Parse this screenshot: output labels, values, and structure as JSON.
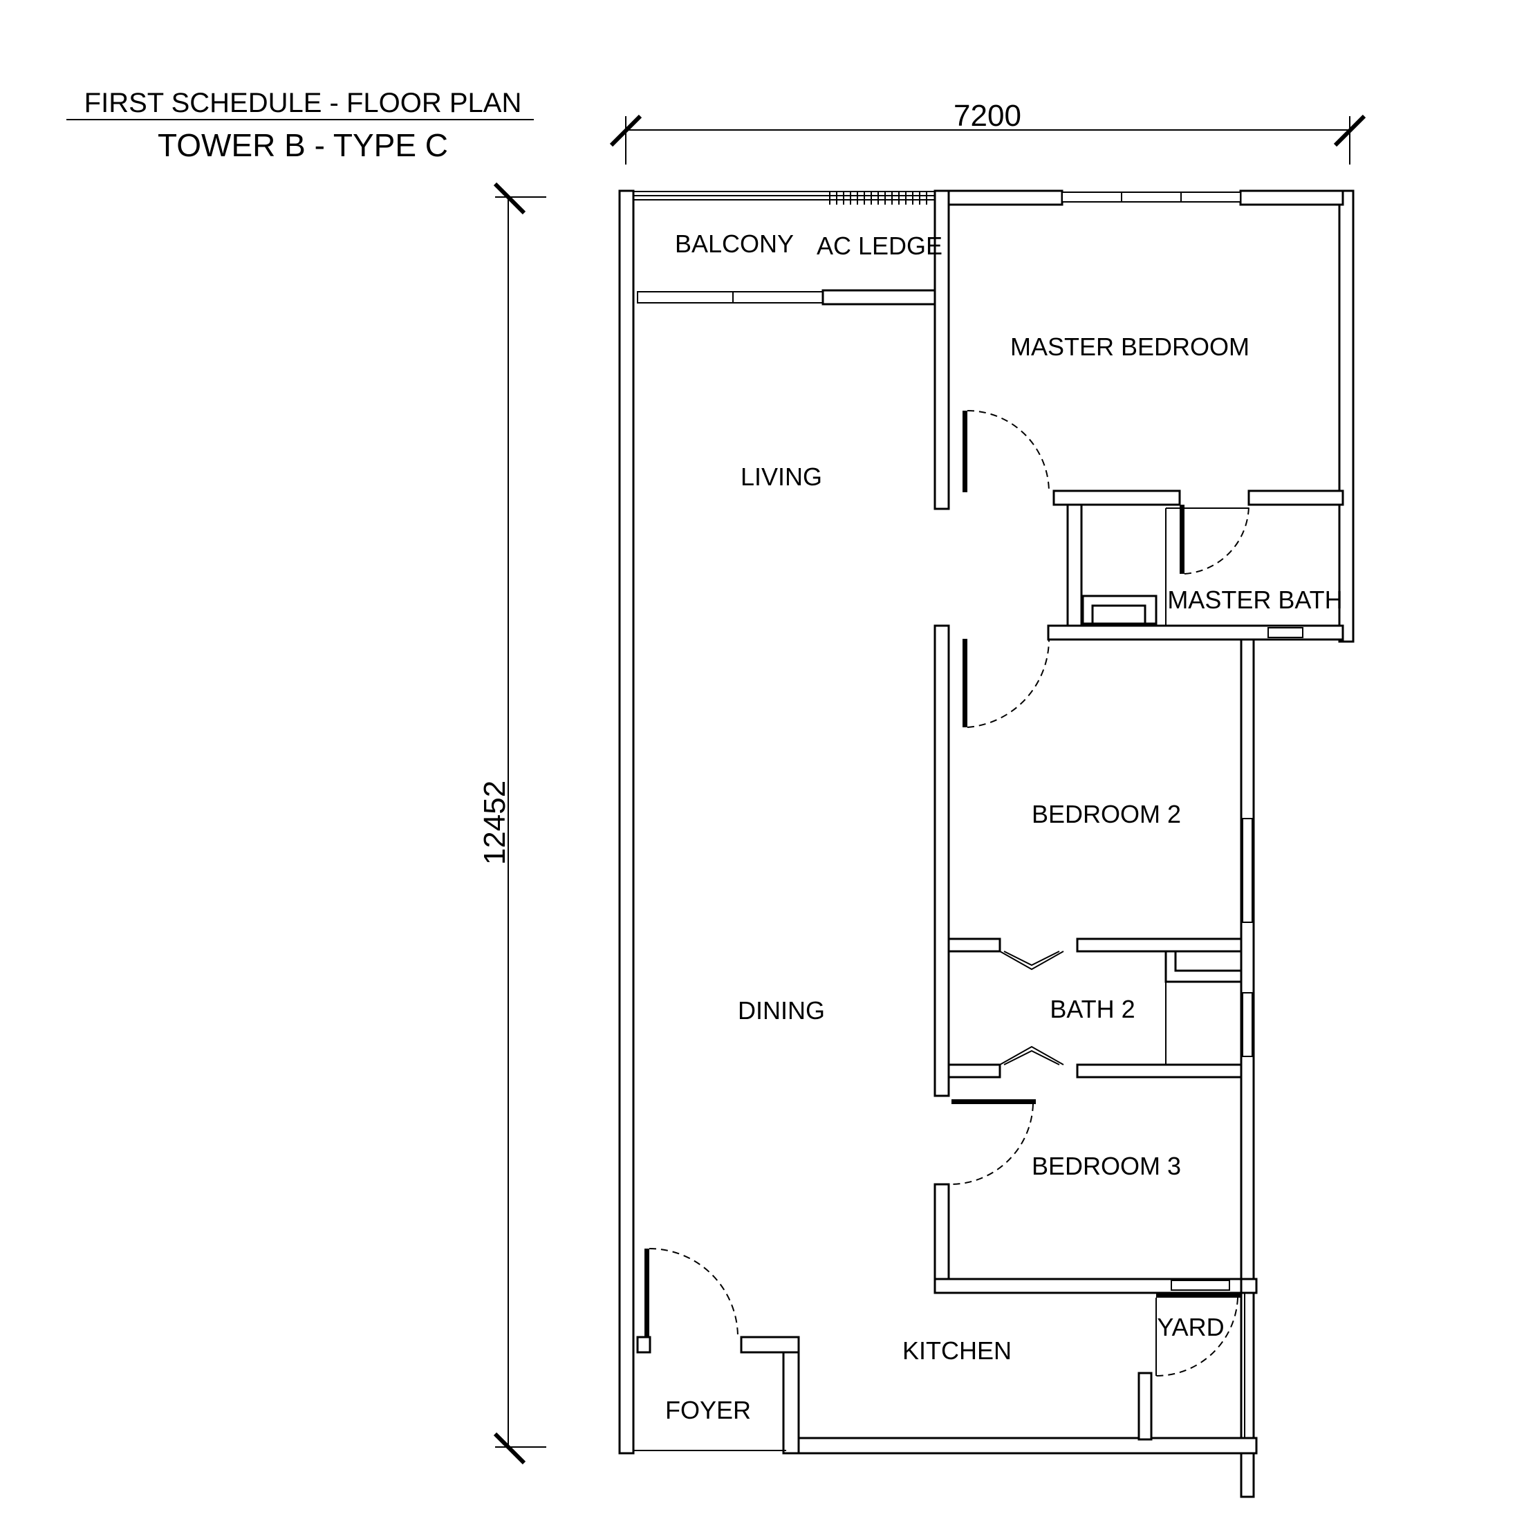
{
  "header": {
    "schedule_title": "FIRST SCHEDULE - FLOOR PLAN",
    "unit_title": "TOWER B - TYPE C"
  },
  "dimensions": {
    "width": "7200",
    "depth": "12452"
  },
  "rooms": {
    "balcony": "BALCONY",
    "ac_ledge": "AC LEDGE",
    "master_bedroom": "MASTER BEDROOM",
    "living": "LIVING",
    "master_bath": "MASTER BATH",
    "bedroom_2": "BEDROOM 2",
    "dining": "DINING",
    "bath_2": "BATH 2",
    "bedroom_3": "BEDROOM 3",
    "yard": "YARD",
    "kitchen": "KITCHEN",
    "foyer": "FOYER"
  }
}
